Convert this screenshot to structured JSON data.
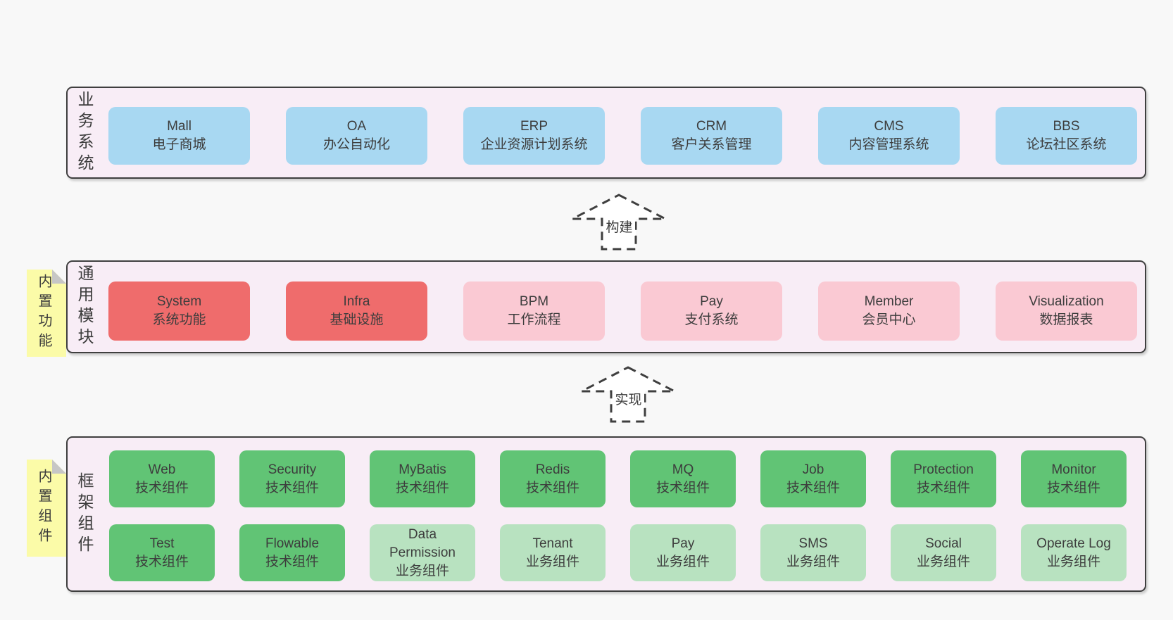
{
  "colors": {
    "page_bg": "#f8f8f8",
    "container_bg": "#f8edf6",
    "container_border": "#3f3f3f",
    "blue_box": "#a8d8f2",
    "red_box": "#ef6c6c",
    "pink_box": "#fac9d3",
    "green_box": "#61c475",
    "light_green_box": "#b8e2c0",
    "sticky_yellow": "#fbfba8",
    "sticky_fold_gray": "#c6c6c6",
    "text": "#3b3b3b"
  },
  "business": {
    "label": "业务系统",
    "boxes": [
      {
        "name": "Mall",
        "desc": "电子商城",
        "variant": "blue"
      },
      {
        "name": "OA",
        "desc": "办公自动化",
        "variant": "blue"
      },
      {
        "name": "ERP",
        "desc": "企业资源计划系统",
        "variant": "blue"
      },
      {
        "name": "CRM",
        "desc": "客户关系管理",
        "variant": "blue"
      },
      {
        "name": "CMS",
        "desc": "内容管理系统",
        "variant": "blue"
      },
      {
        "name": "BBS",
        "desc": "论坛社区系统",
        "variant": "blue"
      }
    ]
  },
  "build_arrow": {
    "label": "构建"
  },
  "modules": {
    "label": "通用模块",
    "sticky": "内置功能",
    "boxes": [
      {
        "name": "System",
        "desc": "系统功能",
        "variant": "red"
      },
      {
        "name": "Infra",
        "desc": "基础设施",
        "variant": "red"
      },
      {
        "name": "BPM",
        "desc": "工作流程",
        "variant": "pink"
      },
      {
        "name": "Pay",
        "desc": "支付系统",
        "variant": "pink"
      },
      {
        "name": "Member",
        "desc": "会员中心",
        "variant": "pink"
      },
      {
        "name": "Visualization",
        "desc": "数据报表",
        "variant": "pink"
      }
    ]
  },
  "implement_arrow": {
    "label": "实现"
  },
  "framework": {
    "label": "框架组件",
    "sticky": "内置组件",
    "row1": [
      {
        "name": "Web",
        "desc": "技术组件",
        "variant": "green"
      },
      {
        "name": "Security",
        "desc": "技术组件",
        "variant": "green"
      },
      {
        "name": "MyBatis",
        "desc": "技术组件",
        "variant": "green"
      },
      {
        "name": "Redis",
        "desc": "技术组件",
        "variant": "green"
      },
      {
        "name": "MQ",
        "desc": "技术组件",
        "variant": "green"
      },
      {
        "name": "Job",
        "desc": "技术组件",
        "variant": "green"
      },
      {
        "name": "Protection",
        "desc": "技术组件",
        "variant": "green"
      },
      {
        "name": "Monitor",
        "desc": "技术组件",
        "variant": "green"
      }
    ],
    "row2": [
      {
        "name": "Test",
        "desc": "技术组件",
        "variant": "green"
      },
      {
        "name": "Flowable",
        "desc": "技术组件",
        "variant": "green"
      },
      {
        "name": "Data Permission",
        "desc": "业务组件",
        "variant": "light"
      },
      {
        "name": "Tenant",
        "desc": "业务组件",
        "variant": "light"
      },
      {
        "name": "Pay",
        "desc": "业务组件",
        "variant": "light"
      },
      {
        "name": "SMS",
        "desc": "业务组件",
        "variant": "light"
      },
      {
        "name": "Social",
        "desc": "业务组件",
        "variant": "light"
      },
      {
        "name": "Operate Log",
        "desc": "业务组件",
        "variant": "light"
      }
    ]
  }
}
